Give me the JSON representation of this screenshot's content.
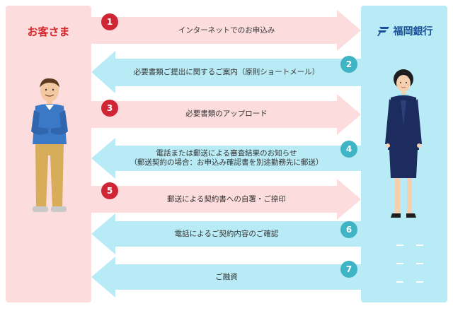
{
  "customer": {
    "title": "お客さま"
  },
  "bank": {
    "name": "福岡銀行"
  },
  "colors": {
    "pink": "#fcdcdc",
    "cyan": "#b8ebf5",
    "red": "#cf2535",
    "teal": "#3fb4c5"
  },
  "steps": [
    {
      "num": "1",
      "dir": "to-bank",
      "text": "インターネットでのお申込み"
    },
    {
      "num": "2",
      "dir": "to-customer",
      "text": "必要書類ご提出に関するご案内（原則ショートメール）"
    },
    {
      "num": "3",
      "dir": "to-bank",
      "text": "必要書類のアップロード"
    },
    {
      "num": "4",
      "dir": "to-customer",
      "line1": "電話または郵送による審査結果のお知らせ",
      "line2": "（郵送契約の場合：お申込み確認書を別途勤務先に郵送）"
    },
    {
      "num": "5",
      "dir": "to-bank",
      "text": "郵送による契約書への自署・ご捺印"
    },
    {
      "num": "6",
      "dir": "to-customer",
      "text": "電話によるご契約内容のご確認"
    },
    {
      "num": "7",
      "dir": "to-customer",
      "text": "ご融資"
    }
  ]
}
